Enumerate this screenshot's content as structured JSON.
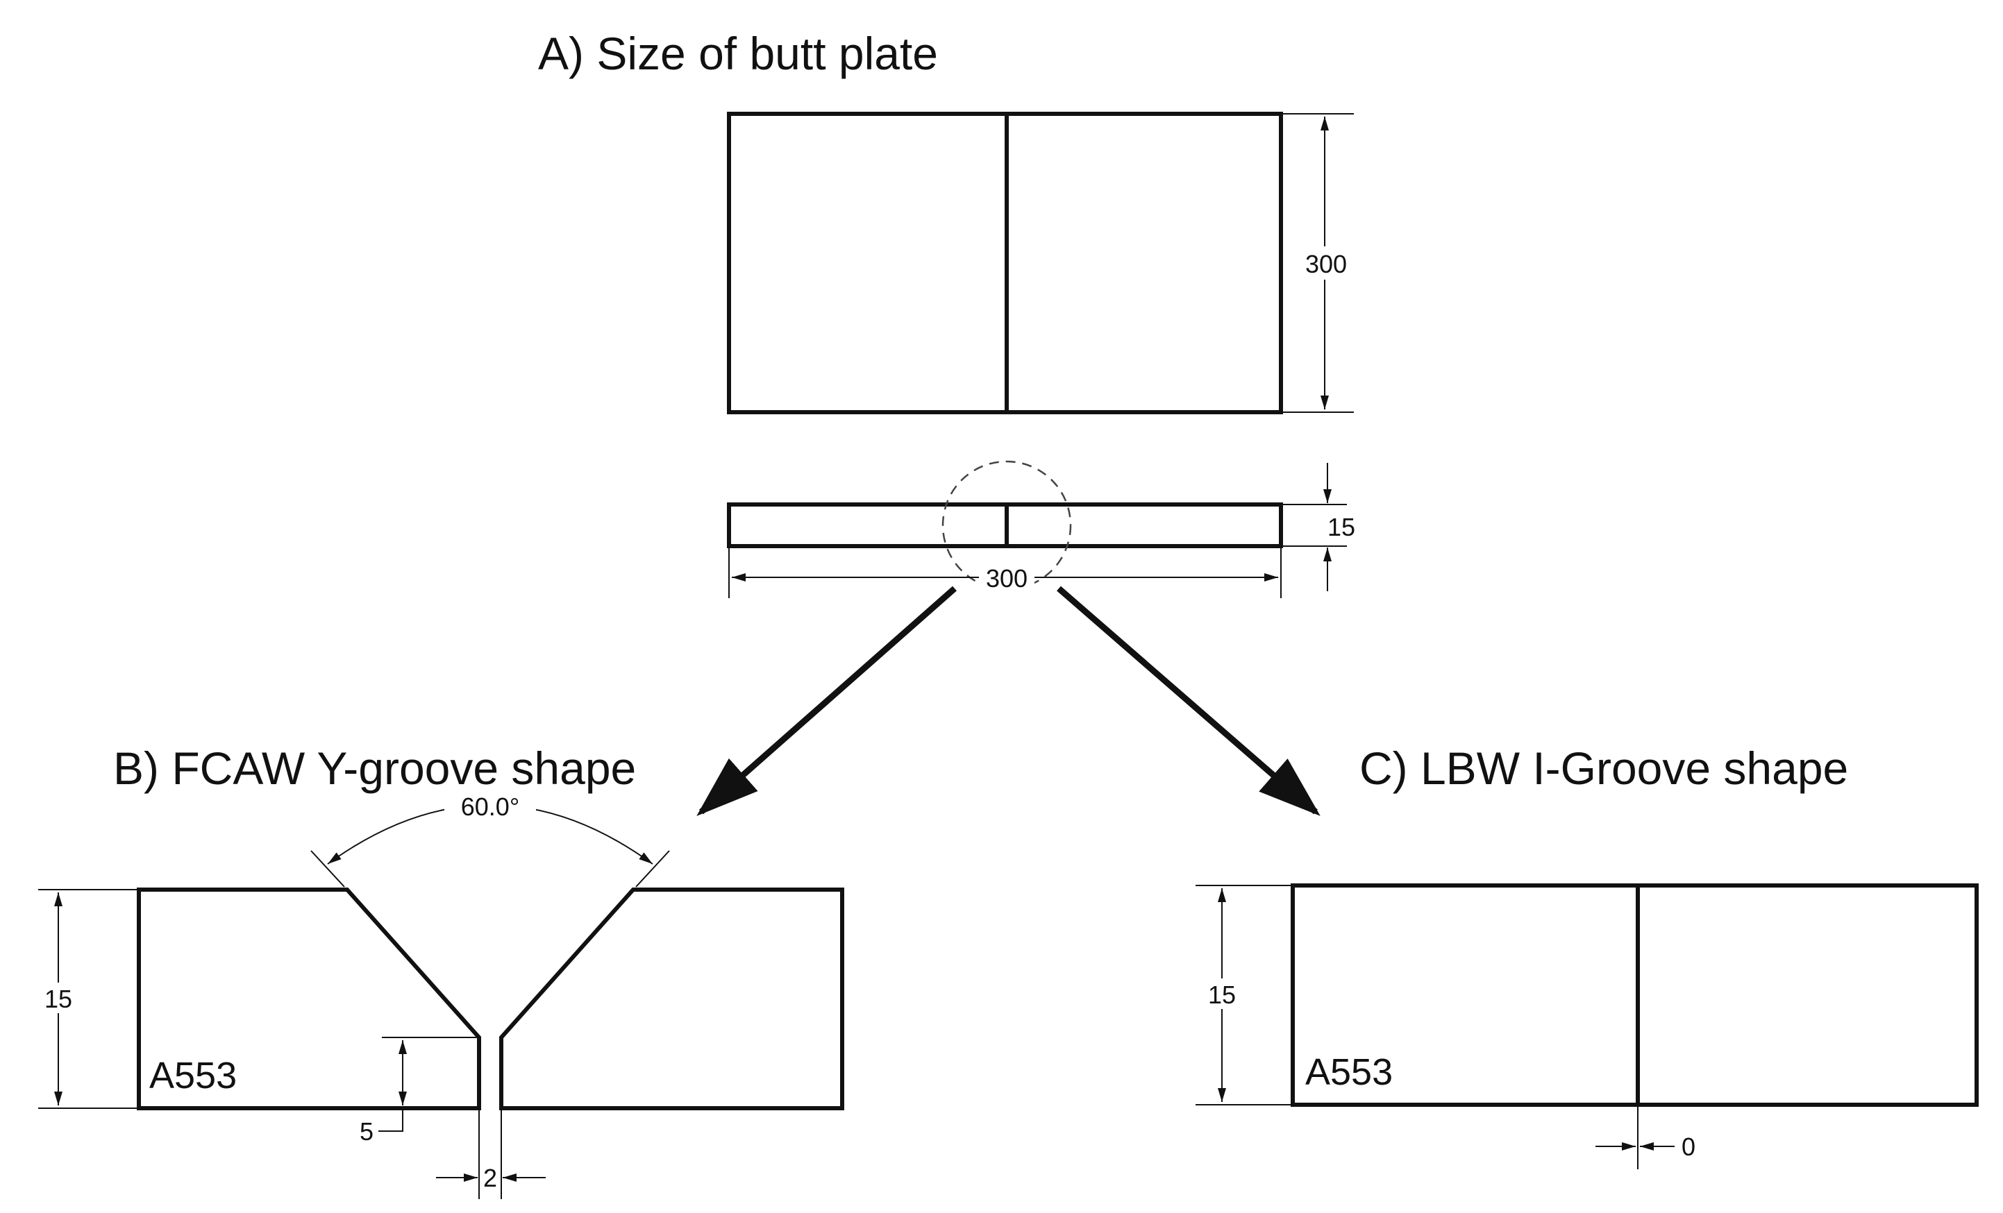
{
  "panel_a": {
    "title": "A) Size of butt plate",
    "height_dim": "300",
    "thickness_dim": "15",
    "width_dim": "300"
  },
  "panel_b": {
    "title": "B) FCAW Y-groove shape",
    "angle_dim": "60.0°",
    "thickness_dim": "15",
    "root_face_dim": "5",
    "root_gap_dim": "2",
    "material": "A553"
  },
  "panel_c": {
    "title": "C) LBW I-Groove shape",
    "thickness_dim": "15",
    "gap_dim": "0",
    "material": "A553"
  }
}
